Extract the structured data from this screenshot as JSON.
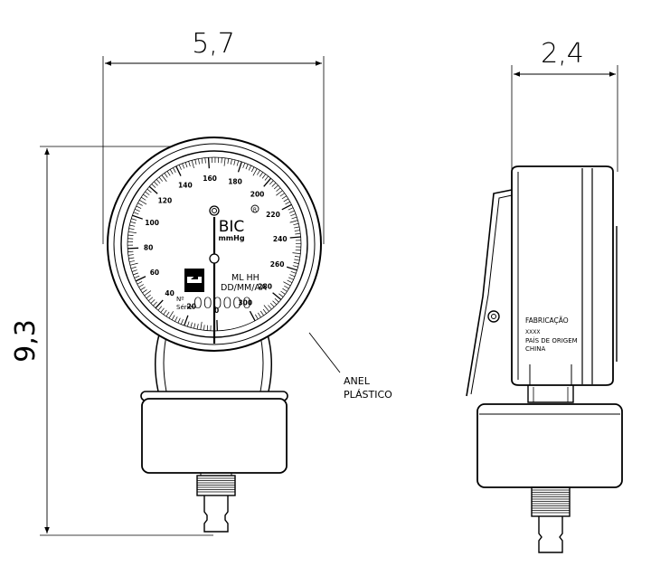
{
  "dimensions": {
    "front_width": "5,7",
    "side_depth": "2,4",
    "height": "9,3"
  },
  "dial": {
    "brand": "BIC",
    "unit": "mmHg",
    "registered_mark": "R",
    "scale_labels": [
      "0",
      "20",
      "40",
      "60",
      "80",
      "100",
      "120",
      "140",
      "160",
      "180",
      "200",
      "220",
      "240",
      "260",
      "280",
      "300"
    ],
    "model_text": "ML HH",
    "date_format": "DD/MM/AA",
    "serial_label_line1": "Nº",
    "serial_label_line2": "Série:",
    "serial_number": "000000"
  },
  "callout": {
    "line1": "ANEL",
    "line2": "PLÁSTICO"
  },
  "side_label": {
    "line1": "FABRICAÇÃO",
    "line2": "XXXX",
    "line3": "PAÍS DE ORIGEM",
    "line4": "CHINA"
  }
}
